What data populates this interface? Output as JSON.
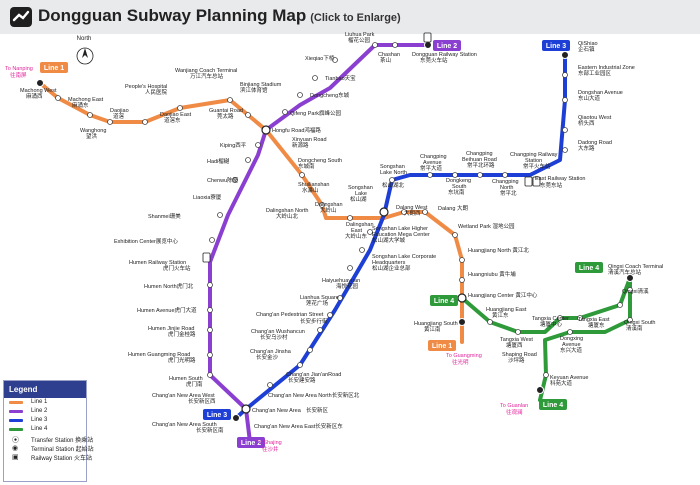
{
  "header": {
    "title": "Dongguan Subway Planning Map",
    "subtitle": "(Click to Enlarge)"
  },
  "compass_label": "North",
  "colors": {
    "line1": "#ef8b45",
    "line2": "#8a3fd1",
    "line3": "#1d3fd6",
    "line4": "#2e9a3a",
    "legend_header": "#2f3f8f",
    "terminal_pink": "#e0269b",
    "terminal_blue": "#3556d6"
  },
  "legend": {
    "title": "Legend",
    "items": [
      "Line 1",
      "Line 2",
      "Line 3",
      "Line 4",
      "Transfer Station 换乘站",
      "Terminal Station 起始站",
      "Railway Station 火车站"
    ]
  },
  "line_badges": {
    "line1_top": "Line 1",
    "line1_bottom": "Line 1",
    "line2_top": "Line 2",
    "line2_bottom": "Line 2",
    "line3_top": "Line 3",
    "line3_bottom": "Line 3",
    "line4_top": "Line 4",
    "line4_bottom": "Line 4",
    "line4_left": "Line 4"
  },
  "directions": {
    "to_nanping": "To Nanping",
    "to_nanping_cn": "往南屏",
    "to_guangming": "To Guangming",
    "to_guangming_cn": "往光明",
    "to_shajing": "To Shajing",
    "to_shajing_cn": "往沙井",
    "to_guanlan": "To Guanlan",
    "to_guanlan_cn": "往观澜"
  },
  "stations": {
    "machong_west": "Machong West",
    "machong_west_cn": "麻涌西",
    "machong_east": "Machong East",
    "machong_east_cn": "麻涌东",
    "daojiao": "Daojiao",
    "daojiao_cn": "道滘",
    "wanghong": "Wanghong",
    "wanghong_cn": "望洪",
    "daojiao_east": "Daojiao East",
    "daojiao_east_cn": "道滘东",
    "peoples_hospital": "People's Hospital",
    "peoples_hospital_cn": "人民医院",
    "wanjiang_coach": "Wanjiang Coach Terminal",
    "wanjiang_coach_cn": "万江汽车总站",
    "binjiang_stadium": "Binjiang Stadium",
    "binjiang_stadium_cn": "滨江体育馆",
    "guantai_road": "Guantai Road",
    "guantai_road_cn": "莞太路",
    "hongfu_road": "Hongfu Road鸿福路",
    "kiping": "Kiping西平",
    "hadi": "Hadi榴樾",
    "chenwu": "Chenwu陈屋",
    "liaoxia": "Liaoxia寮厦",
    "shanmei": "Shanmei珊美",
    "exhibition_center": "Exhibition Center展览中心",
    "humen_railway": "Humen Railway Station",
    "humen_railway_cn": "虎门火车站",
    "humen_north": "Humen North虎门北",
    "humen_avenue": "Humen Avenue虎门大道",
    "humen_jinjie": "Humen Jinjie Road",
    "humen_jinjie_cn": "虎门金桂路",
    "humen_guangming": "Humen Guangming Road",
    "humen_guangming_cn": "虎门光明路",
    "humen_south": "Humen South",
    "humen_south_cn": "虎门南",
    "changan_new_area_west": "Chang'an New Area West",
    "changan_new_area_west_cn": "长安新区西",
    "changan_new_area_south": "Chang'an New Area South",
    "changan_new_area_south_cn": "长安新区南",
    "changan_new_area": "Chang'an New Area",
    "changan_new_area_cn": "长安新区",
    "changan_new_area_east": "Chang'an New Area East长安新区东",
    "changan_new_area_north": "Chang'an New Area North长安新区北",
    "changan_jianfan": "Chang'an  Jian'anRoad",
    "changan_jianfan_cn": "长安建安路",
    "changan_jinsha": "Chang'an Jinsha",
    "changan_jinsha_cn": "长安金沙",
    "changan_wushan": "Chang'an Wushancun",
    "changan_wushan_cn": "长安乌沙村",
    "changan_pedestrian": "Chang'an Pedestrian Street",
    "changan_pedestrian_cn": "长安步行街",
    "lianhua_square": "Lianhua Square",
    "lianhua_square_cn": "莲花广场",
    "haiyuehuayuan": "Haiyuehuayuan",
    "haiyuehuayuan_cn": "海悦花园",
    "songshan_corp": "Songshan Lake Corporate",
    "songshan_corp2": "Headquarters",
    "songshan_corp_cn": "松山湖企业总部",
    "songshan_higher": "Songshan Lake Higher",
    "songshan_higher2": "Education Mega Center",
    "songshan_higher_cn": "松山湖大学城",
    "dalingshan_east": "Dalingshan",
    "dalingshan_east2": "East",
    "dalingshan_east_cn": "大岭山东",
    "dalingshan_north": "Dalingshan North",
    "dalingshan_north_cn": "大岭山北",
    "dalingshan": "Dalingshan",
    "dalingshan_cn": "大岭山",
    "shuilianshan": "Shuilianshan",
    "shuilianshan_cn": "水濂山",
    "dongcheng_south": "Dongcheng South",
    "dongcheng_south_cn": "东城南",
    "xinyuan_road": "Xinyuan Road",
    "xinyuan_road_cn": "新源路",
    "qifeng_park": "Qifeng Park旗峰公园",
    "dongcheng": "Dongcheng东城",
    "tianbao": "Tianbao天宝",
    "xiegiao": "Xieqiao下桥",
    "liuhua_park": "Liuhua Park",
    "liuhua_park_cn": "榴花公园",
    "chashan": "Chashan",
    "chashan_cn": "茶山",
    "dongguan_railway": "Dongguan Railway Station",
    "dongguan_railway_cn": "东莞火车站",
    "songshan_lake": "Songshan",
    "songshan_lake2": "Lake",
    "songshan_lake_cn": "松山湖",
    "songshan_lake_north": "Songshan",
    "songshan_lake_north2": "Lake North",
    "songshan_lake_north_cn": "松山湖北",
    "dalang_west": "Dalang West",
    "dalang_west_cn": "大朗西",
    "dalang": "Dalang 大朗",
    "wetland_park": "Wetland Park 湿地公园",
    "changping_avenue": "Changping",
    "changping_avenue2": "Avenue",
    "changping_avenue_cn": "常平大道",
    "dongkeng_south": "Dongkeng",
    "dongkeng_south2": "South",
    "dongkeng_south_cn": "东坑南",
    "changping_beihuan": "Changping",
    "changping_beihuan2": "Beihuan Road",
    "changping_beihuan_cn": "常平北环路",
    "changping_north": "Changping",
    "changping_north2": "North",
    "changping_north_cn": "常平北",
    "changping_railway": "Changping Railway",
    "changping_railway2": "Station",
    "changping_railway_cn": "常平火车站",
    "east_railway": "East Railway Station",
    "east_railway_cn": "东莞东站",
    "qishiao": "QiShiao",
    "qishiao_cn": "企石镇",
    "eastern_industrial": "Eastern Industrial Zone",
    "eastern_industrial_cn": "东部工业园区",
    "dongshan_avenue": "Dongshan Avenue",
    "dongshan_avenue_cn": "东山大道",
    "qiaotou_west": "Qiaotou West",
    "qiaotou_west_cn": "桥头西",
    "dadong_road": "Dadong Road",
    "dadong_road_cn": "大东路",
    "huangjiang_north": "Huangjiang North 黄江北",
    "huangnuobu": "Huangniubu 黄牛埔",
    "huangjiang_center": "Huangjiang Center 黄江中心",
    "huangjiang_south": "Huangjiang South",
    "huangjiang_south_cn": "黄江南",
    "huangjiang_east": "Huangjiang East",
    "huangjiang_east_cn": "黄江东",
    "tangxia_west": "Tangxia West",
    "tangxia_west_cn": "塘厦西",
    "tangxia_center": "Tangxia Center",
    "tangxia_center_cn": "塘厦中心",
    "tangxia_east": "Tangxia East",
    "tangxia_east_cn": "塘厦东",
    "qingxi_coach": "Qingxi Coach Terminal",
    "qingxi_coach_cn": "清溪汽车总站",
    "qingxi": "Qingxi清溪",
    "qingxi_south": "Qingxi South",
    "qingxi_south_cn": "清溪南",
    "dongxing_avenue": "Dongxing",
    "dongxing_avenue2": "Avenue",
    "dongxing_avenue_cn": "东兴大道",
    "shaping_road": "Shaping Road",
    "shaping_road_cn": "沙坪路",
    "keyuan_avenue": "Keyuan Avenue",
    "keyuan_avenue_cn": "科苑大道"
  }
}
